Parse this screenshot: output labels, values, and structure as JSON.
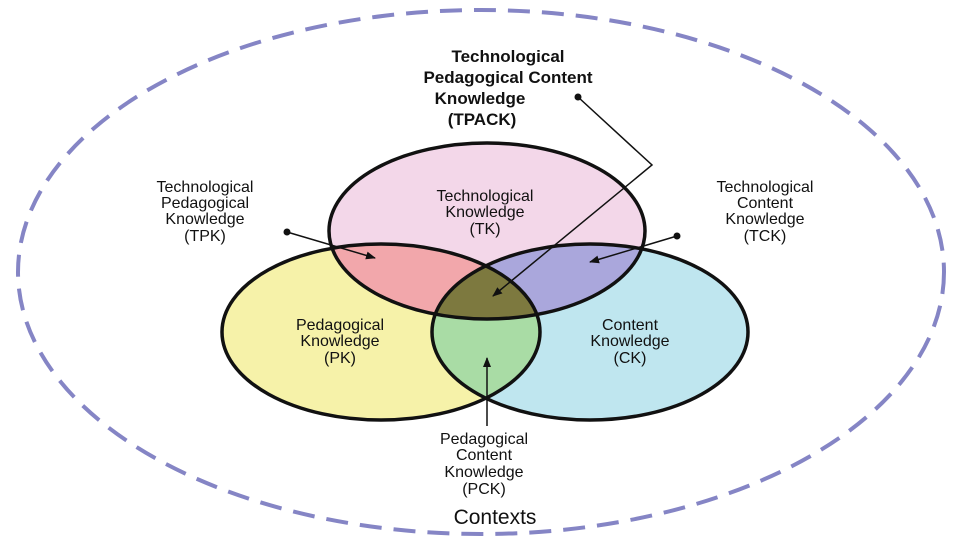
{
  "colors": {
    "tk": "#f3d7e9",
    "pk": "#f6f2a9",
    "ck": "#bfe6ef",
    "tpk": "#f2a7ab",
    "tck": "#aaa7dc",
    "pck": "#a9dca5",
    "tpack": "#7d793f",
    "context_ring": "#8585c5"
  },
  "tpack": [
    "Technological",
    "Pedagogical Content",
    "Knowledge",
    "(TPACK)"
  ],
  "tpk": [
    "Technological",
    "Pedagogical",
    "Knowledge",
    "(TPK)"
  ],
  "tck": [
    "Technological",
    "Content",
    "Knowledge",
    "(TCK)"
  ],
  "tk": [
    "Technological",
    "Knowledge",
    "(TK)"
  ],
  "pk": [
    "Pedagogical",
    "Knowledge",
    "(PK)"
  ],
  "ck": [
    "Content",
    "Knowledge",
    "(CK)"
  ],
  "pck": [
    "Pedagogical",
    "Content",
    "Knowledge",
    "(PCK)"
  ],
  "contexts": "Contexts"
}
